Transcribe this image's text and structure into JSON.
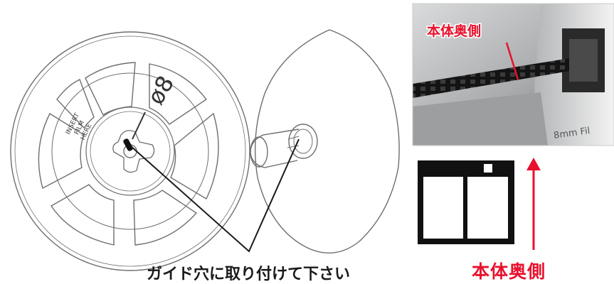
{
  "reel": {
    "diameter_mark": "ø8",
    "hub_text_line1": "INSERT",
    "hub_text_line2": "FILM",
    "hub_text_line3": "HERE"
  },
  "photo": {
    "label": "本体奥側",
    "device_text": "8mm Fil"
  },
  "captions": {
    "guide_hole": "ガイド穴に取り付けて下さい",
    "back_side": "本体奥側"
  },
  "colors": {
    "accent_red": "#e8112d",
    "line_gray": "#777777",
    "ink_black": "#111111"
  }
}
